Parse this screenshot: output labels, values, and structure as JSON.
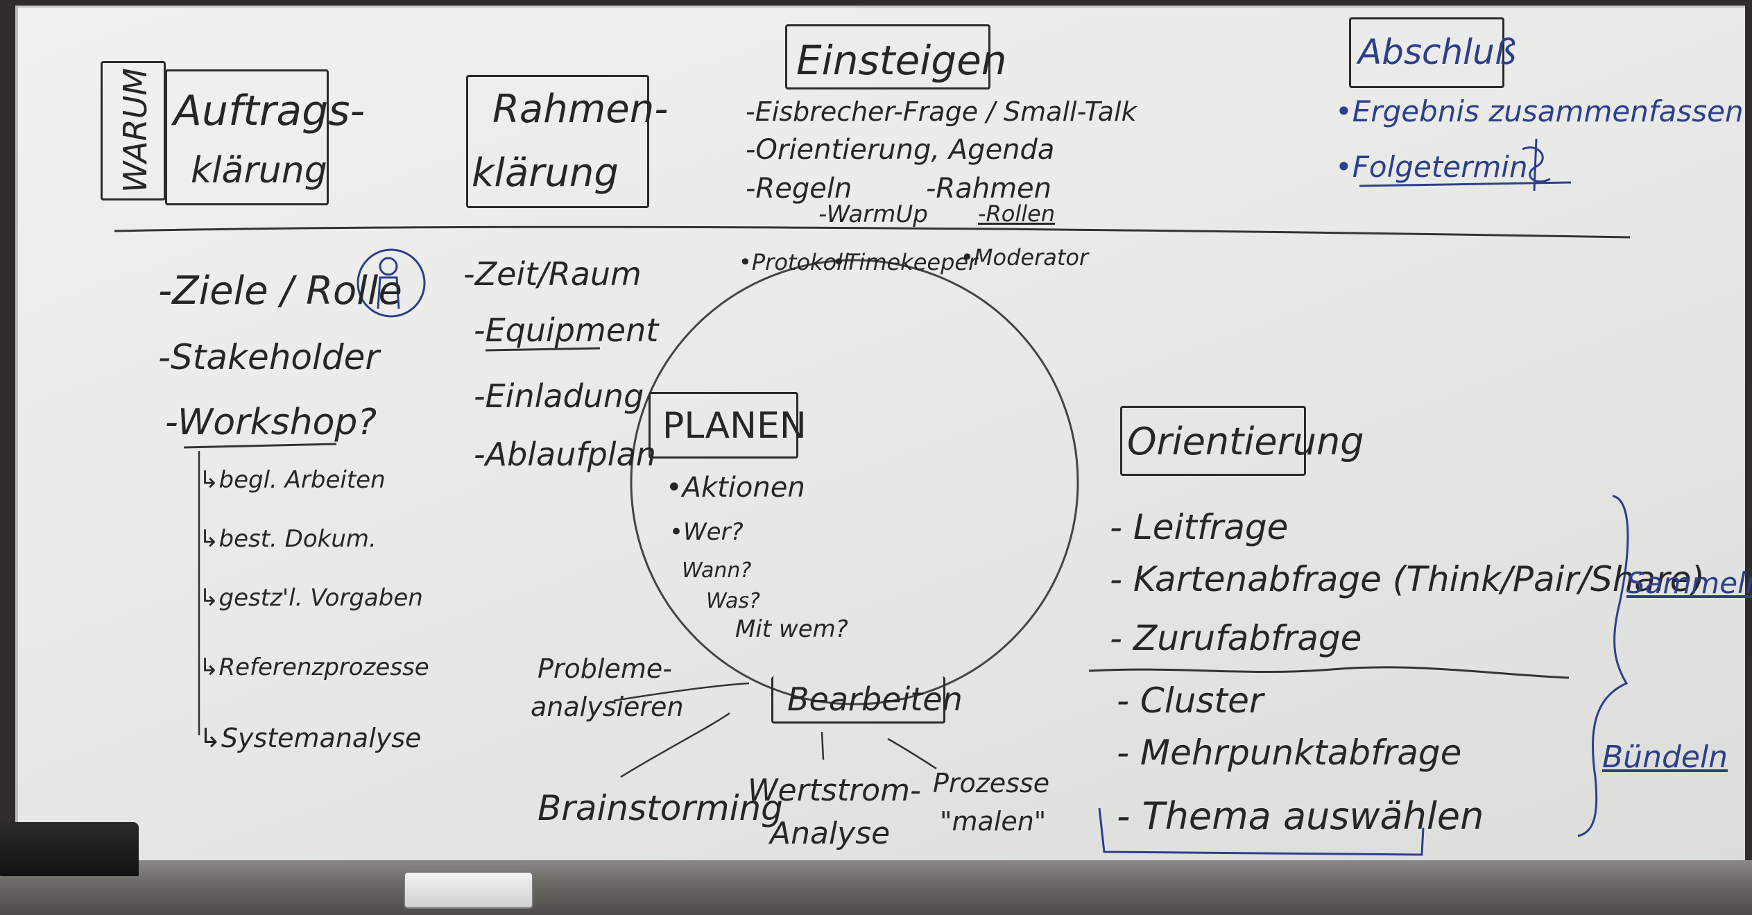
{
  "header": {
    "warum": "WARUM",
    "auftrag_1": "Auftrags-",
    "auftrag_2": "klärung",
    "rahmen_1": "Rahmen-",
    "rahmen_2": "klärung",
    "einsteigen": "Einsteigen",
    "einsteigen_items": [
      "-Eisbrecher-Frage / Small-Talk",
      "-Orientierung, Agenda",
      "-Regeln",
      "-Rahmen",
      "-WarmUp",
      "-Rollen"
    ],
    "abschluss": "Abschluß",
    "abschluss_items": [
      "•Ergebnis zusammenfassen",
      "•Folgetermin"
    ]
  },
  "auftrag_list": {
    "items": [
      "-Ziele / Rolle",
      "-Stakeholder",
      "-Workshop?"
    ],
    "sub_items": [
      "↳begl. Arbeiten",
      "↳best. Dokum.",
      "↳gestz'l. Vorgaben",
      "↳Referenzprozesse",
      "↳Systemanalyse"
    ]
  },
  "rahmen_list": {
    "items": [
      "-Zeit/Raum",
      "-Equipment",
      "-Einladung",
      "-Ablaufplan"
    ]
  },
  "circle": {
    "roles": [
      "•Protokoll",
      "•Timekeeper",
      "•Moderator"
    ],
    "planen": "PLANEN",
    "planen_items": [
      "•Aktionen",
      "•Wer?",
      "Wann?",
      "Was?",
      "Mit wem?"
    ],
    "bearbeiten": "Bearbeiten",
    "bearbeiten_branches": [
      "Probleme-",
      "analysieren",
      "Brainstorming",
      "Wertstrom-",
      "Analyse",
      "Prozesse",
      "\"malen\""
    ]
  },
  "orientierung": {
    "title": "Orientierung",
    "items": [
      "- Leitfrage",
      "- Kartenabfrage (Think/Pair/Share)",
      "- Zurufabfrage"
    ],
    "items2": [
      "- Cluster",
      "- Mehrpunktabfrage",
      "- Thema auswählen"
    ],
    "sammeln": "Sammeln",
    "buendeln": "Bündeln"
  },
  "colors": {
    "ink": "#262626",
    "blue_ink": "#2d3f8a",
    "board": "#eceeec"
  }
}
